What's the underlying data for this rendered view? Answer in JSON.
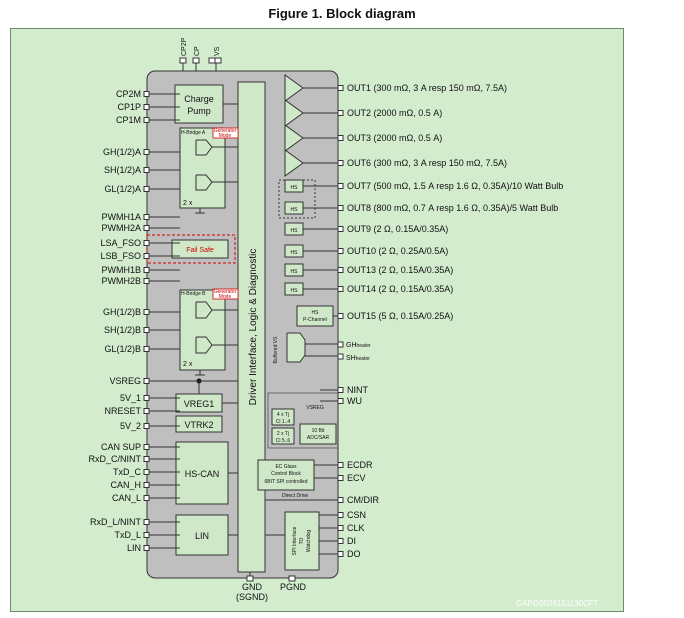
{
  "caption": "Figure 1. Block diagram",
  "top_pins": [
    "CP2P",
    "CP",
    "VS"
  ],
  "left_pins": [
    "CP2M",
    "CP1P",
    "CP1M",
    "GH(1/2)A",
    "SH(1/2)A",
    "GL(1/2)A",
    "PWMH1A",
    "PWMH2A",
    "LSA_FSO",
    "LSB_FSO",
    "PWMH1B",
    "PWMH2B",
    "GH(1/2)B",
    "SH(1/2)B",
    "GL(1/2)B",
    "VSREG",
    "5V_1",
    "NRESET",
    "5V_2",
    "CAN SUP",
    "RxD_C/NINT",
    "TxD_C",
    "CAN_H",
    "CAN_L",
    "RxD_L/NINT",
    "TxD_L",
    "LIN"
  ],
  "outputs": [
    "OUT1 (300 mΩ, 3 A resp 150 mΩ, 7.5A)",
    "OUT2 (2000 mΩ, 0.5 A)",
    "OUT3 (2000 mΩ, 0.5 A)",
    "OUT6 (300 mΩ, 3 A resp 150 mΩ, 7.5A)",
    "OUT7 (500 mΩ, 1.5 A resp 1.6 Ω, 0.35A)/10 Watt Bulb",
    "OUT8 (800 mΩ, 0.7 A resp 1.6 Ω, 0.35A)/5 Watt Bulb",
    "OUT9 (2 Ω, 0.15A/0.35A)",
    "OUT10 (2 Ω, 0.25A/0.5A)",
    "OUT13 (2 Ω, 0.15A/0.35A)",
    "OUT14 (2 Ω, 0.15A/0.35A)",
    "OUT15 (5 Ω, 0.15A/0.25A)"
  ],
  "heater": {
    "gh": "GH",
    "sh": "SH",
    "sub": "heater"
  },
  "right_pins": [
    "NINT",
    "WU",
    "ECDR",
    "ECV",
    "CM/DIR",
    "CSN",
    "CLK",
    "DI",
    "DO"
  ],
  "bottom_pins": [
    "GND",
    "(SGND)",
    "PGND"
  ],
  "blocks": {
    "charge_pump": [
      "Charge",
      "Pump"
    ],
    "hbridge_a": "H-Bridge A",
    "hbridge_b": "H-Bridge B",
    "generator_mode": [
      "Generator",
      "Mode"
    ],
    "two_x": "2 x",
    "fail_safe": "Fail Safe",
    "central": "Driver Interface, Logic & Diagnostic",
    "buffered_vs": "Buffered VS",
    "hs": "HS",
    "hs_pchannel": [
      "HS",
      "P-Channel"
    ],
    "vreg1": "VREG1",
    "vtrk2": "VTRK2",
    "hs_can": "HS-CAN",
    "lin": "LIN",
    "vsreg_small": "VSREG",
    "tj_a": [
      "4 x Tj",
      "Cl 1..4"
    ],
    "tj_b": [
      "2 x Tj",
      "Cl 5..6"
    ],
    "adc": [
      "10 Bit",
      "ADC/SAR"
    ],
    "ec_glass": [
      "EC Glass",
      "Control Block",
      "6BIT SPI controlled"
    ],
    "direct_drive": "Direct Drive",
    "spi": [
      "SPI Interface",
      "TO",
      "Watchdog"
    ]
  },
  "watermark": "GAPG0508151130CFT",
  "colors": {
    "frame_bg": "#d2eccd",
    "chip_bg": "#bfbfbf",
    "block_bg": "#cfe8c8",
    "accent_red": "#d00000"
  }
}
